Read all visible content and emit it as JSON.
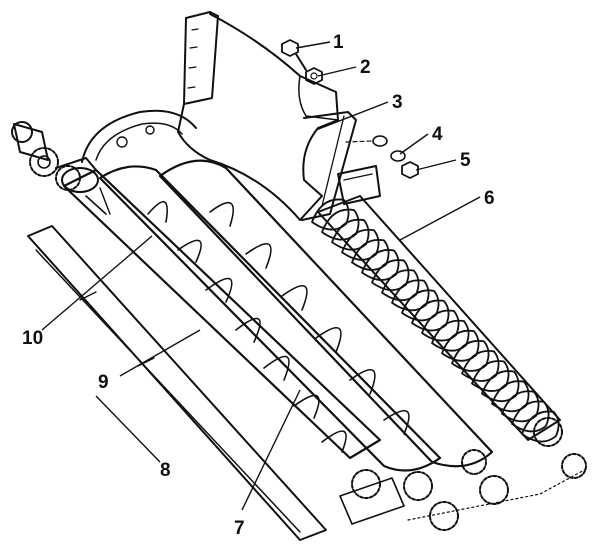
{
  "diagram": {
    "callouts": [
      "1",
      "2",
      "3",
      "4",
      "5",
      "6",
      "7",
      "8",
      "9",
      "10"
    ]
  }
}
